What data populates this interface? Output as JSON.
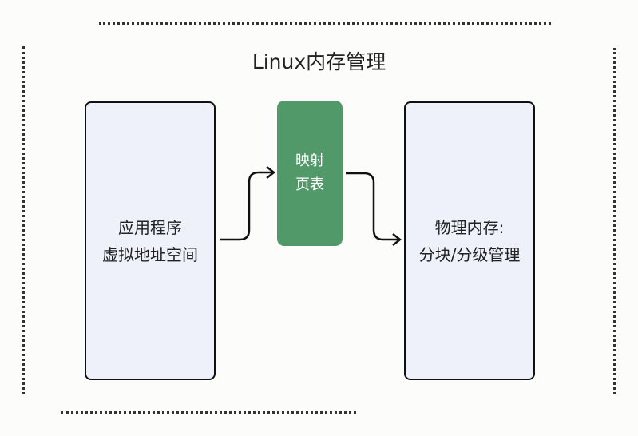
{
  "diagram": {
    "title": "Linux内存管理",
    "nodes": {
      "virtual": {
        "line1": "应用程序",
        "line2": "虚拟地址空间"
      },
      "page_table": {
        "line1": "映射",
        "line2": "页表"
      },
      "physical": {
        "line1": "物理内存:",
        "line2": "分块/分级管理"
      }
    },
    "edges": [
      {
        "from": "virtual",
        "to": "page_table"
      },
      {
        "from": "page_table",
        "to": "physical"
      }
    ],
    "colors": {
      "page_table_fill": "#52996a",
      "box_fill": "#eef0fa",
      "border": "#111111"
    }
  }
}
